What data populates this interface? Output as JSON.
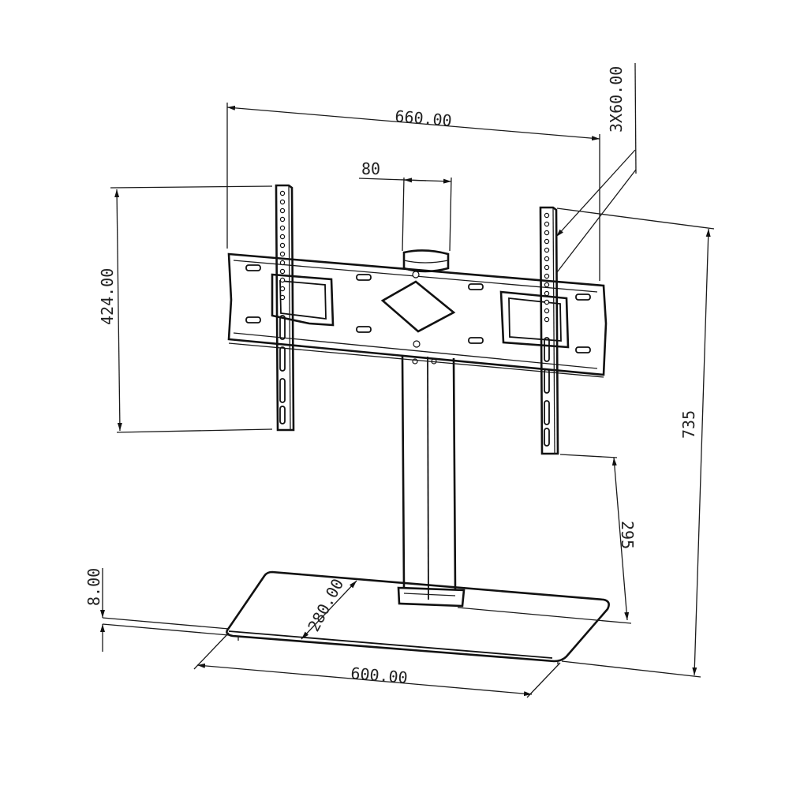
{
  "dimensions": {
    "plate_width": "660.00",
    "bracket_spacing": "3X60.00",
    "column_width": "80",
    "arm_height": "424.00",
    "total_height": "735",
    "min_height": "295",
    "base_thickness": "8.00",
    "base_depth": "280.00",
    "base_width": "600.00"
  },
  "colors": {
    "line": "#111111",
    "background": "#ffffff"
  }
}
